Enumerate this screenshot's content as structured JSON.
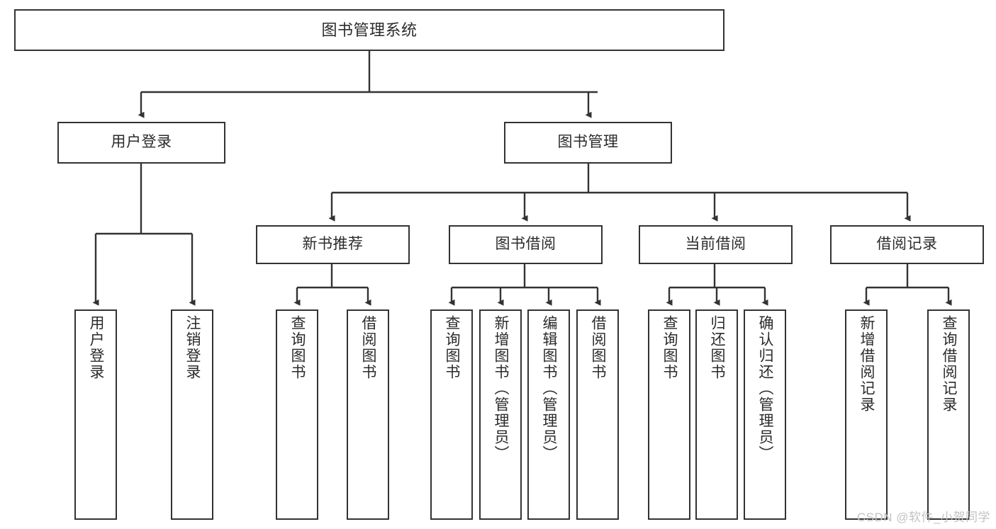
{
  "diagram": {
    "type": "tree-hierarchy",
    "title": "图书管理系统",
    "orientation": "top-down",
    "colors": {
      "box_border": "#333333",
      "box_fill": "#ffffff",
      "connector": "#333333",
      "text": "#2b2b2b",
      "watermark": "#c3c3c3",
      "background": "#ffffff"
    },
    "nodes": {
      "root": {
        "label": "图书管理系统"
      },
      "level2": [
        {
          "label": "用户登录"
        },
        {
          "label": "图书管理"
        }
      ],
      "level3": [
        {
          "label": "新书推荐"
        },
        {
          "label": "图书借阅"
        },
        {
          "label": "当前借阅"
        },
        {
          "label": "借阅记录"
        }
      ],
      "leaves": {
        "user_login": [
          {
            "label": "用户登录"
          },
          {
            "label": "注销登录"
          }
        ],
        "new_book_recommend": [
          {
            "label": "查询图书"
          },
          {
            "label": "借阅图书"
          }
        ],
        "book_borrow": [
          {
            "label": "查询图书"
          },
          {
            "label": "新增图书（管理员）"
          },
          {
            "label": "编辑图书（管理员）"
          },
          {
            "label": "借阅图书"
          }
        ],
        "current_borrow": [
          {
            "label": "查询图书"
          },
          {
            "label": "归还图书"
          },
          {
            "label": "确认归还（管理员）"
          }
        ],
        "borrow_record": [
          {
            "label": "新增借阅记录"
          },
          {
            "label": "查询借阅记录"
          }
        ]
      }
    },
    "watermark": "CSDN @软件_小贺同学"
  }
}
